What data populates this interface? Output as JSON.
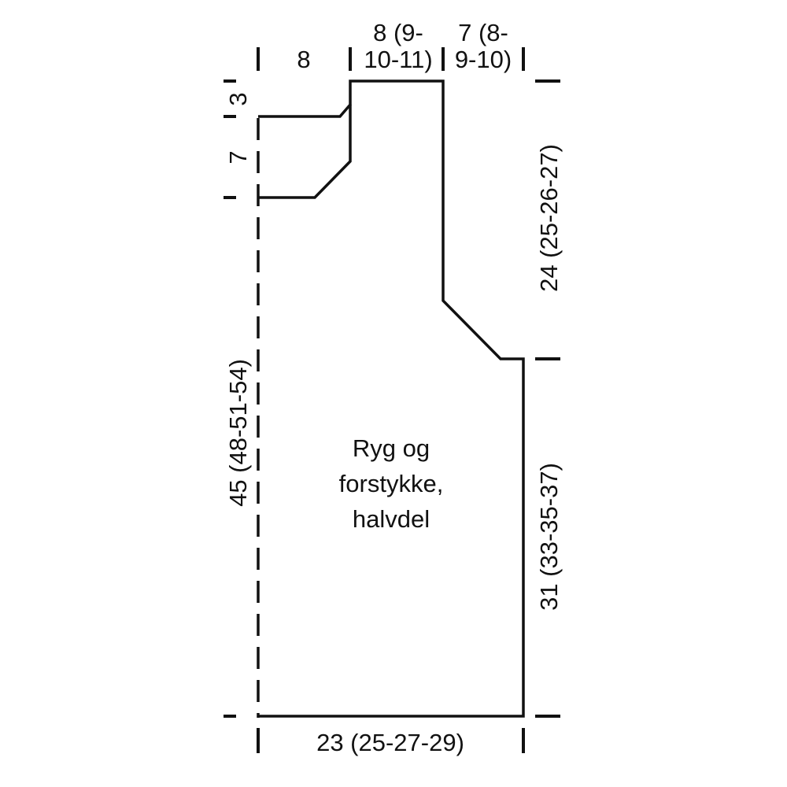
{
  "title_lines": [
    "Ryg og",
    "forstykke,",
    "halvdel"
  ],
  "measurements": {
    "top_shoulder": "8",
    "top_neck_line1": "8 (9-",
    "top_neck_line2": "10-11)",
    "top_right_line1": "7 (8-",
    "top_right_line2": "9-10)",
    "left_neck_upper": "3",
    "left_neck_lower": "7",
    "left_length": "45 (48-51-54)",
    "right_armhole": "24 (25-26-27)",
    "right_side": "31 (33-35-37)",
    "bottom_width": "23 (25-27-29)"
  },
  "colors": {
    "line": "#111111",
    "background": "#ffffff"
  }
}
